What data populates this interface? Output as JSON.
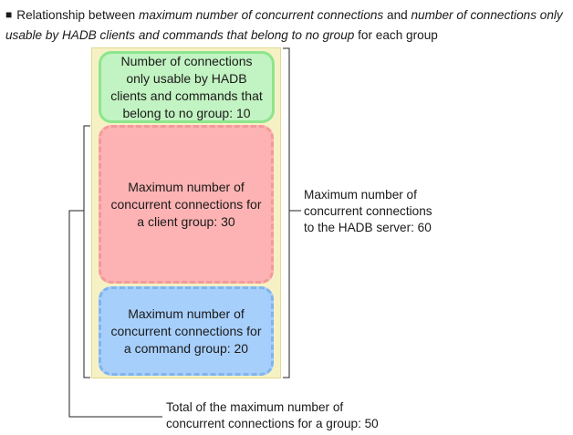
{
  "heading": {
    "bullet": "■",
    "text_1": "Relationship between ",
    "italic_1": "maximum number of concurrent connections",
    "text_2": " and ",
    "italic_2": "number of connections only usable by HADB clients and commands that belong to no group",
    "text_3": " for each group"
  },
  "boxes": {
    "no_group": "Number of connections\nonly usable by HADB\nclients and commands that\nbelong to no group: 10",
    "client_group": "Maximum number of\nconcurrent connections for\na client group: 30",
    "command_group": "Maximum number of\nconcurrent connections for\na command group: 20"
  },
  "labels": {
    "server_total": "Maximum number of\nconcurrent connections\nto the HADB server: 60",
    "group_total": "Total of the maximum number of\nconcurrent connections for a group: 50"
  },
  "colors": {
    "panel": "#f6f1c4",
    "green": "#c2f3c2",
    "red": "#fdb3b3",
    "blue": "#a7cffb"
  }
}
